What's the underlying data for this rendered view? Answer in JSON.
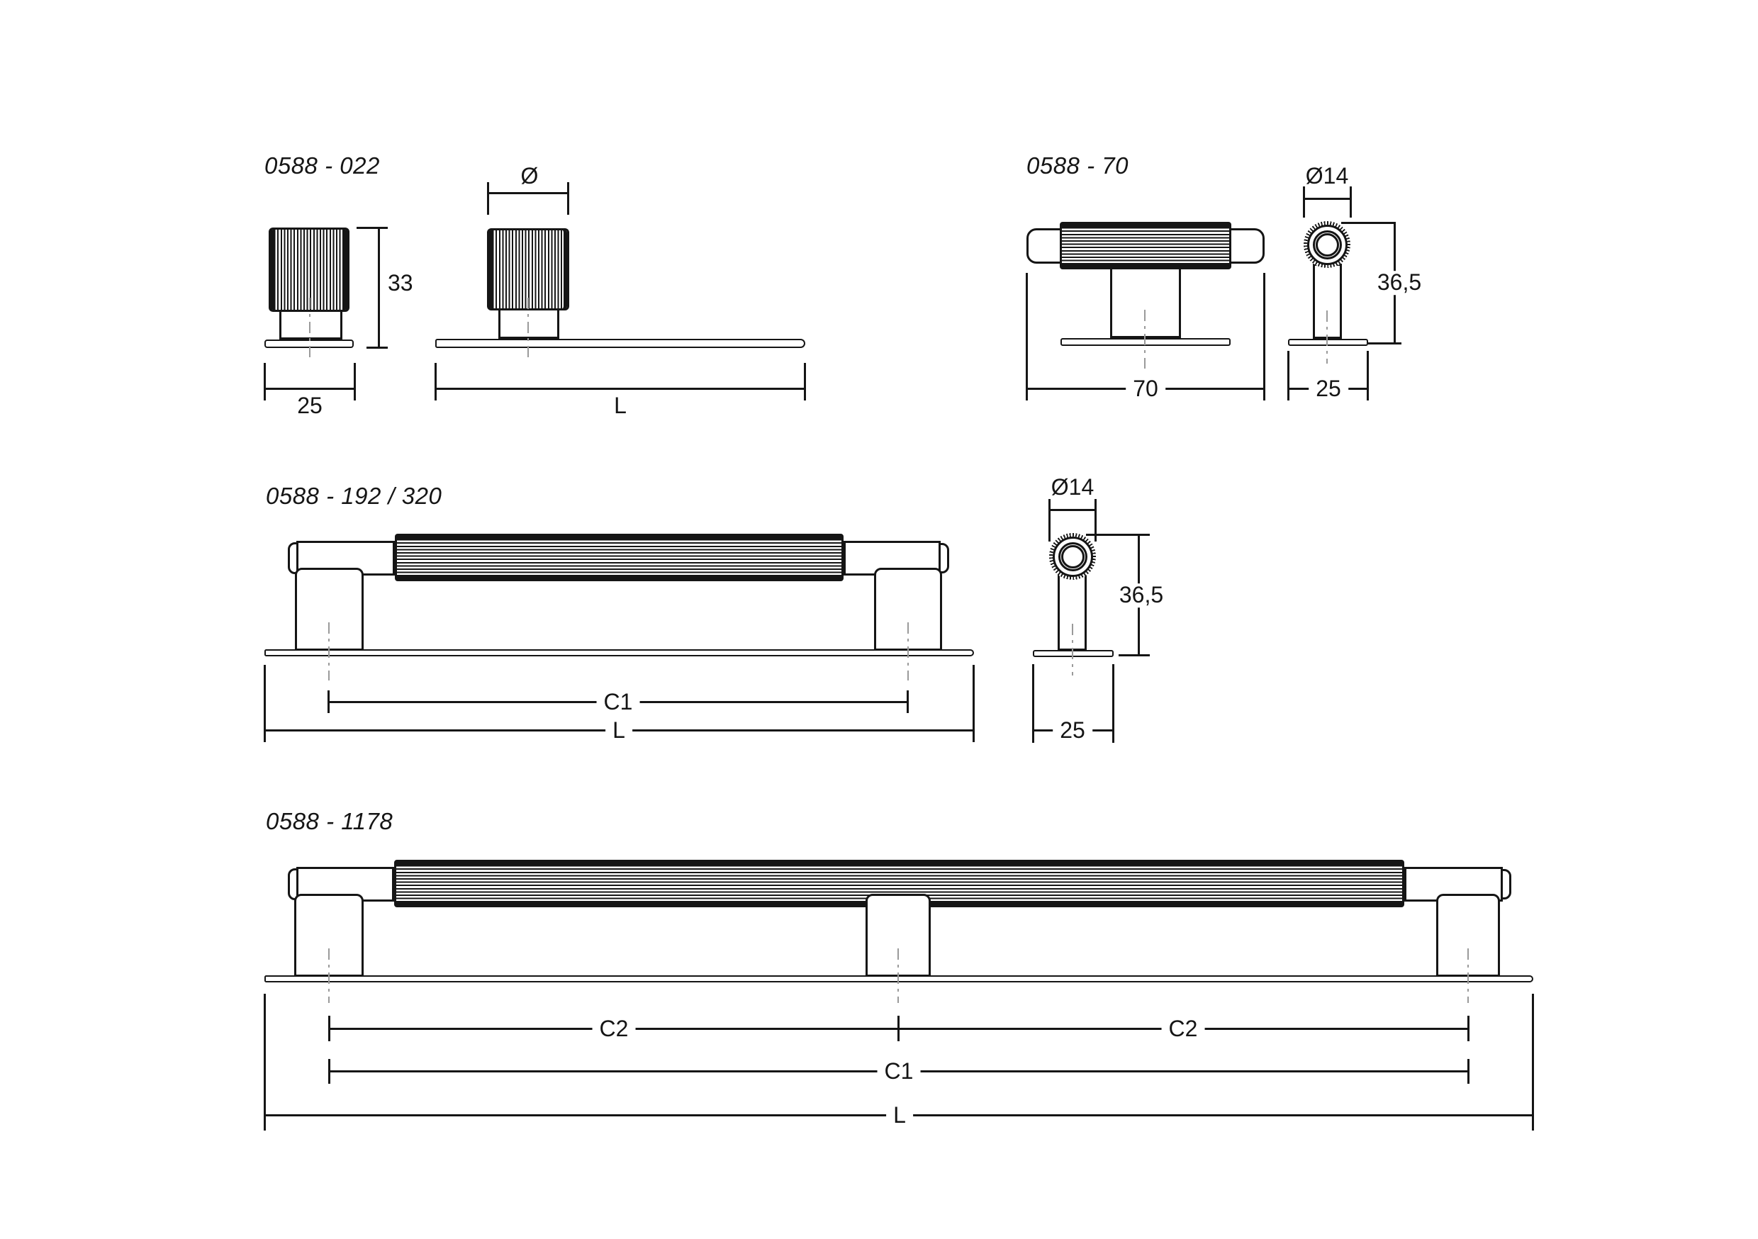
{
  "drawing": {
    "sections": {
      "a": {
        "label": "0588 - 022",
        "height": "33",
        "base_width": "25",
        "diameter_symbol": "Ø",
        "length": "L"
      },
      "b": {
        "label": "0588 - 70",
        "width": "70",
        "diameter": "Ø14",
        "height": "36,5",
        "base_width": "25"
      },
      "c": {
        "label": "0588 - 192 / 320",
        "centers": "C1",
        "length": "L",
        "diameter": "Ø14",
        "height": "36,5",
        "base_width": "25"
      },
      "d": {
        "label": "0588 - 1178",
        "centers_left": "C2",
        "centers_right": "C2",
        "centers_outer": "C1",
        "length": "L"
      }
    }
  }
}
